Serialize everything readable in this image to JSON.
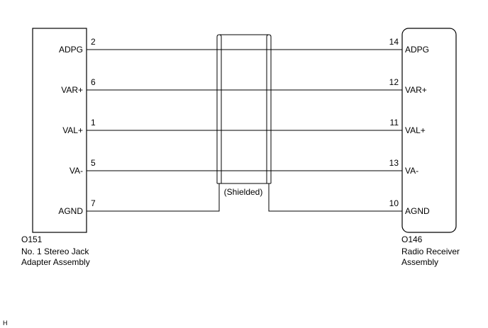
{
  "left_connector": {
    "id": "O151",
    "name_line1": "No. 1 Stereo Jack",
    "name_line2": "Adapter Assembly"
  },
  "right_connector": {
    "id": "O146",
    "name_line1": "Radio Receiver",
    "name_line2": "Assembly"
  },
  "wires": [
    {
      "left_label": "ADPG",
      "left_pin": "2",
      "right_pin": "14",
      "right_label": "ADPG"
    },
    {
      "left_label": "VAR+",
      "left_pin": "6",
      "right_pin": "12",
      "right_label": "VAR+"
    },
    {
      "left_label": "VAL+",
      "left_pin": "1",
      "right_pin": "11",
      "right_label": "VAL+"
    },
    {
      "left_label": "VA-",
      "left_pin": "5",
      "right_pin": "13",
      "right_label": "VA-"
    },
    {
      "left_label": "AGND",
      "left_pin": "7",
      "right_pin": "10",
      "right_label": "AGND"
    }
  ],
  "shield_label": "(Shielded)",
  "corner_mark": "H",
  "colors": {
    "line": "#000000",
    "background": "#ffffff"
  }
}
